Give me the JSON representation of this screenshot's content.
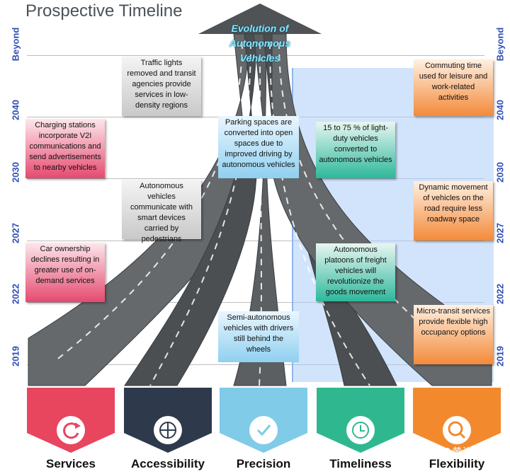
{
  "title": "Prospective Timeline",
  "arrow_title": "Evolution of Autonomous Vehicles",
  "years": [
    "Beyond",
    "2040",
    "2030",
    "2027",
    "2022",
    "2019"
  ],
  "callouts": {
    "traffic_lights": "Traffic lights removed and transit agencies provide services in low-density regions",
    "charging": "Charging stations incorporate V2I communications and send advertisements to nearby vehicles",
    "parking": "Parking spaces are converted into open spaces due to improved driving by autonomous vehicles",
    "light_duty": "15 to 75 % of light-duty vehicles converted to autonomous vehicles",
    "commuting": "Commuting time used for leisure and work-related activities",
    "smart_devices": "Autonomous vehicles communicate with smart devices carried by pedestrians",
    "dynamic": "Dynamic movement of vehicles on the road require less roadway space",
    "car_ownership": "Car ownership declines resulting in greater use of on-demand services",
    "platoons": "Autonomous platoons of freight vehicles will revolutionize the goods movement",
    "semi": "Semi-autonomous vehicles with drivers still behind the wheels",
    "micro_transit": "Micro-transit services provide flexible high occupancy options"
  },
  "categories": [
    {
      "label": "Services",
      "color": "#e8455f",
      "icon": "refresh-icon"
    },
    {
      "label": "Accessibility",
      "color": "#2e3a4c",
      "icon": "globe-cursor-icon"
    },
    {
      "label": "Precision",
      "color": "#7fcbe8",
      "icon": "check-icon"
    },
    {
      "label": "Timeliness",
      "color": "#2fb88f",
      "icon": "clock-icon"
    },
    {
      "label": "Flexibility",
      "color": "#f28a2d",
      "icon": "search-icon"
    }
  ],
  "watermark": "知乎 @黄浴"
}
